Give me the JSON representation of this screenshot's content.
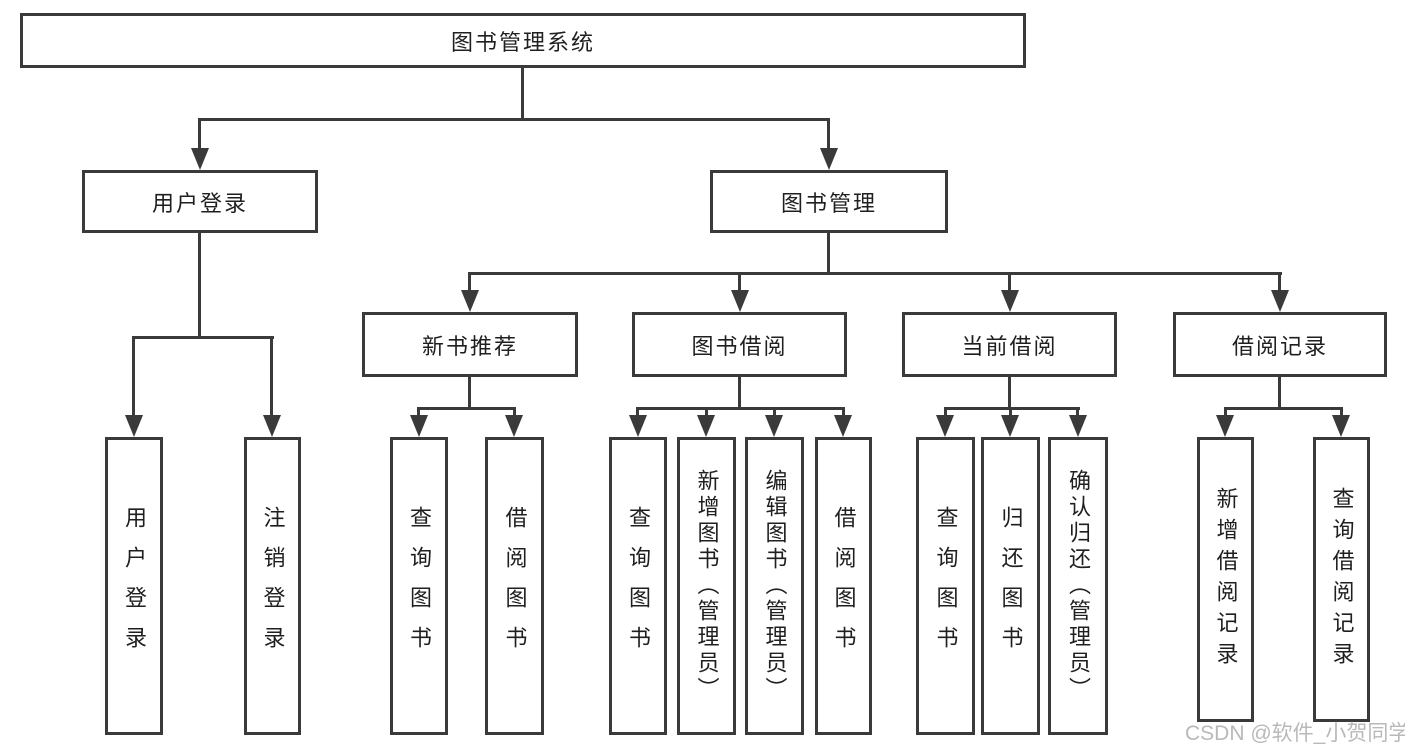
{
  "diagram": {
    "root": "图书管理系统",
    "level2": {
      "user_login": "用户登录",
      "book_mgmt": "图书管理"
    },
    "level3": {
      "new_books": "新书推荐",
      "borrow": "图书借阅",
      "current": "当前借阅",
      "records": "借阅记录"
    },
    "leaves": {
      "user_login": "用户登录",
      "logout": "注销登录",
      "nb_query": "查询图书",
      "nb_borrow": "借阅图书",
      "bb_query": "查询图书",
      "bb_add": "新增图书（管理员）",
      "bb_edit": "编辑图书（管理员）",
      "bb_borrow": "借阅图书",
      "cb_query": "查询图书",
      "cb_return": "归还图书",
      "cb_confirm": "确认归还（管理员）",
      "br_add": "新增借阅记录",
      "br_query": "查询借阅记录"
    },
    "watermark": "CSDN @软件_小贺同学"
  },
  "colors": {
    "line": "#3a3a3a",
    "text": "#1f1f1f",
    "watermark": "#b9b9b9",
    "background": "#ffffff"
  }
}
